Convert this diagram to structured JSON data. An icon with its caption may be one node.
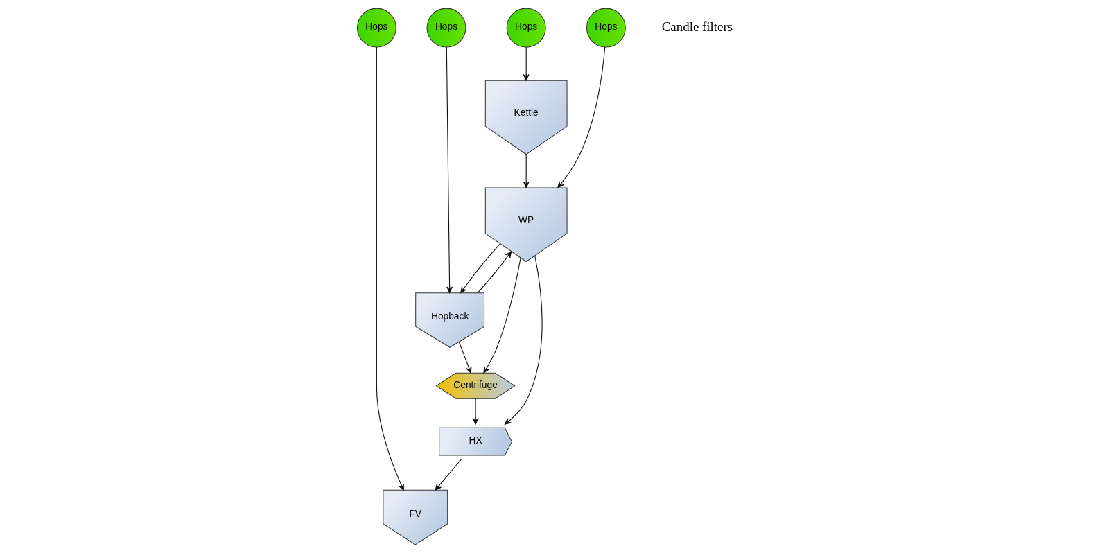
{
  "diagram": {
    "nodes": [
      {
        "text": [
          "Hops"
        ]
      },
      {
        "text": [
          "Hops"
        ]
      },
      {
        "text": [
          "Hops"
        ]
      },
      {
        "text": [
          "Hops"
        ]
      },
      {
        "text": [
          "Kettle"
        ]
      },
      {
        "text": [
          "WP"
        ]
      },
      {
        "text": [
          "Hopback"
        ]
      },
      {
        "text": [
          "FV"
        ]
      },
      {
        "text": [
          "HX"
        ]
      },
      {
        "text": [
          "Centrifuge"
        ]
      }
    ],
    "edges": [
      {
        "from": 0,
        "to": 4,
        "arrow": "to"
      },
      {
        "from": 1,
        "to": 5,
        "arrow": "to"
      },
      {
        "from": 2,
        "to": 6,
        "arrow": "to"
      },
      {
        "from": 3,
        "to": 7,
        "arrow": "to"
      },
      {
        "from": 4,
        "to": 5,
        "arrow": "to"
      },
      {
        "from": 5,
        "to": 6,
        "arrow": "to"
      },
      {
        "from": 6,
        "to": 5,
        "arrow": "to"
      },
      {
        "from": 6,
        "to": 9,
        "arrow": "to"
      },
      {
        "from": 5,
        "to": 9,
        "arrow": "to"
      },
      {
        "from": 5,
        "to": 8,
        "arrow": "to"
      },
      {
        "from": 9,
        "to": 8,
        "arrow": "to"
      },
      {
        "from": 8,
        "to": 7,
        "arrow": "to"
      }
    ],
    "labels": [
      "Candle filters"
    ]
  }
}
